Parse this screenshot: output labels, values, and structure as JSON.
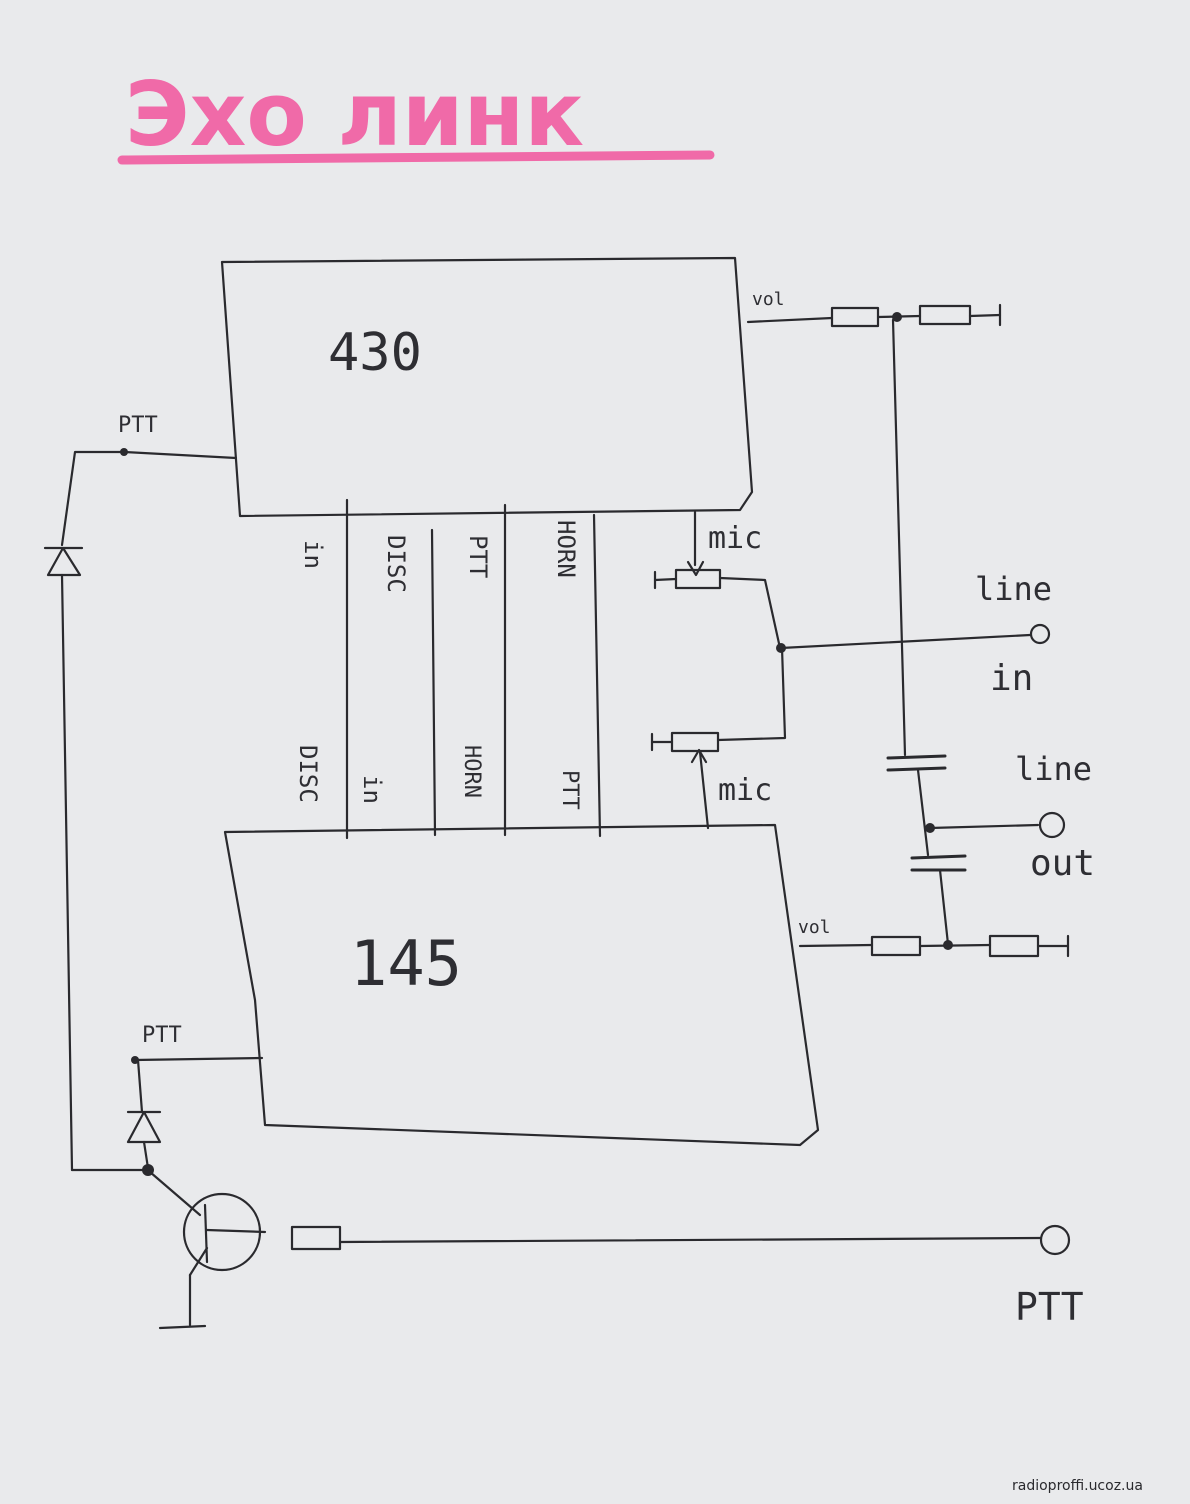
{
  "title": "Эхо линк",
  "title_color": "#f06aa8",
  "ink_color": "#2a2a2e",
  "paper_color": "#e9eaec",
  "blocks": {
    "top": {
      "label": "430",
      "vol": "vol",
      "ptt": "PTT",
      "mic": "mic"
    },
    "bottom": {
      "label": "145",
      "vol": "vol",
      "ptt": "PTT",
      "mic": "mic"
    }
  },
  "bus": {
    "top_labels": [
      "in",
      "DISC",
      "PTT",
      "HORN"
    ],
    "bottom_labels": [
      "DISC",
      "in",
      "HORN",
      "PTT"
    ]
  },
  "ports": {
    "line_in": [
      "line",
      "in"
    ],
    "line_out": [
      "line",
      "out"
    ],
    "ptt": "PTT"
  },
  "watermark": "radioproffi.ucoz.ua"
}
